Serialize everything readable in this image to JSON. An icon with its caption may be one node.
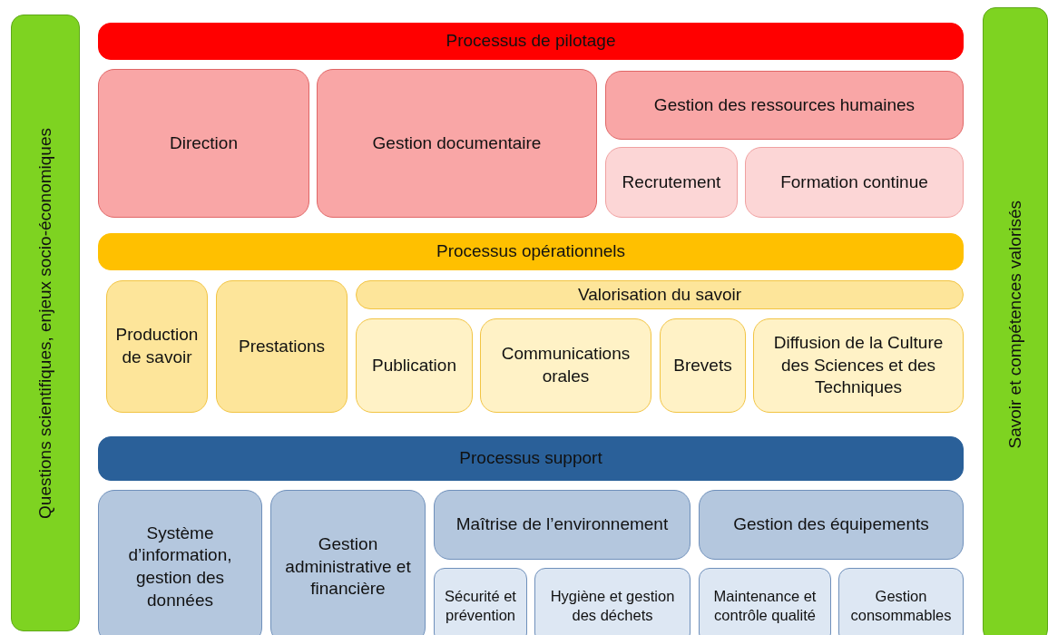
{
  "diagram": {
    "nodes": [
      {
        "text": [
          "Questions scientifiques, enjeux socio-économiques"
        ]
      },
      {
        "text": [
          "Processus de pilotage"
        ]
      },
      {
        "text": [
          "Direction"
        ]
      },
      {
        "text": [
          "Gestion documentaire"
        ]
      },
      {
        "text": [
          "Gestion des ressources humaines"
        ]
      },
      {
        "text": [
          "Recrutement"
        ]
      },
      {
        "text": [
          "Formation continue"
        ]
      },
      {
        "text": [
          "Processus opérationnels"
        ]
      },
      {
        "text": [
          "Production de savoir"
        ]
      },
      {
        "text": [
          "Prestations"
        ]
      },
      {
        "text": [
          "Valorisation du savoir"
        ]
      },
      {
        "text": [
          "Publication"
        ]
      },
      {
        "text": [
          "Communications orales"
        ]
      },
      {
        "text": [
          "Brevets"
        ]
      },
      {
        "text": [
          "Diffusion de la Culture des Sciences et des Techniques"
        ]
      },
      {
        "text": [
          "Processus support"
        ]
      },
      {
        "text": [
          "Système d’information, gestion des données"
        ]
      },
      {
        "text": [
          "Gestion administrative et financière"
        ]
      },
      {
        "text": [
          "Maîtrise de l’environnement"
        ]
      },
      {
        "text": [
          "Gestion des équipements"
        ]
      },
      {
        "text": [
          "Sécurité et prévention"
        ]
      },
      {
        "text": [
          "Hygiène et gestion des déchets"
        ]
      },
      {
        "text": [
          "Maintenance et contrôle qualité"
        ]
      },
      {
        "text": [
          "Gestion consommables"
        ]
      },
      {
        "text": [
          "Savoir et compétences valorisés"
        ]
      }
    ]
  }
}
